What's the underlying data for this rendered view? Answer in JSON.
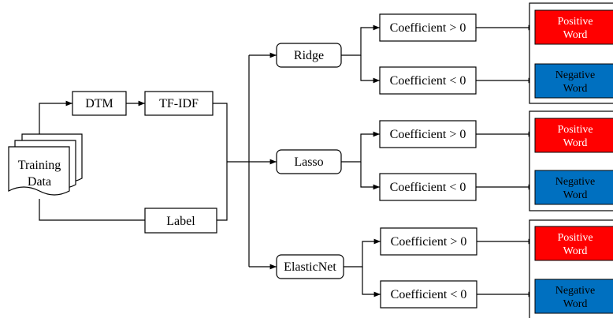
{
  "nodes": {
    "training_data": [
      "Training",
      "Data"
    ],
    "dtm": "DTM",
    "tfidf": "TF-IDF",
    "label": "Label",
    "models": [
      "Ridge",
      "Lasso",
      "ElasticNet"
    ],
    "coef_pos": "Coefficient > 0",
    "coef_neg": "Coefficient < 0",
    "positive_word": [
      "Positive",
      "Word"
    ],
    "negative_word": [
      "Negative",
      "Word"
    ]
  },
  "colors": {
    "positive_fill": "#ff0000",
    "negative_fill": "#0070c0",
    "positive_text": "#ffffff",
    "negative_text": "#000000"
  }
}
